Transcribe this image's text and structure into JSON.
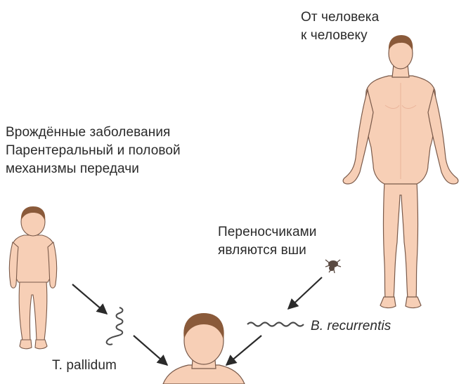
{
  "labels": {
    "human_to_human": [
      "От человека",
      "к человеку"
    ],
    "congenital": [
      "Врождённые заболевания",
      "Парентеральный и половой",
      "механизмы передачи"
    ],
    "vectors": [
      "Переносчиками",
      "являются вши"
    ],
    "b_recurrentis": "B. recurrentis",
    "t_pallidum": "T. pallidum"
  },
  "colors": {
    "skin": "#f7cfb6",
    "skin_shade": "#eab49a",
    "outline": "#7a5a4a",
    "hair": "#8a5a3a",
    "hair_dark": "#5e3a22",
    "text": "#2a2a2a",
    "arrow": "#2a2a2a"
  },
  "icons": [
    "adult-figure",
    "child-figure",
    "patient-head",
    "louse-icon",
    "spirochete-wave",
    "spirochete-coil"
  ]
}
